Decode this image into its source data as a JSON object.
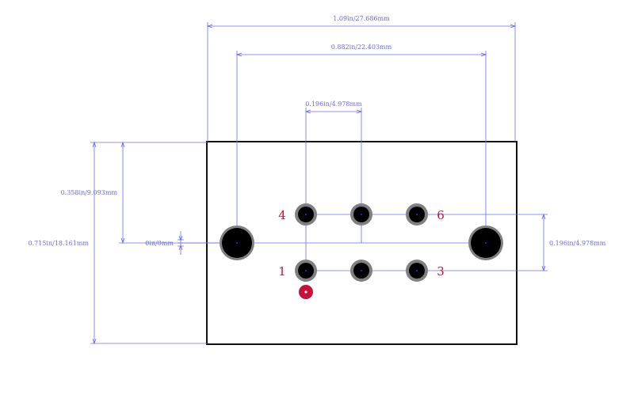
{
  "colors": {
    "dimension": "#6b6bf0",
    "outline": "#111111",
    "pad_ring": "#808080",
    "pad_hole": "#000000",
    "mount_hole": "#000000",
    "pin_label": "#c8103a",
    "pin1_marker": "#c8103a",
    "center_dot": "#2b2bff"
  },
  "dimensions": {
    "overall_width": "1.09in/27.686mm",
    "mount_spacing": "0.882in/22.403mm",
    "pin_pitch_horizontal": "0.196in/4.978mm",
    "mount_row_offset": "0.358in/9.093mm",
    "overall_height": "0.715in/18.161mm",
    "zero_offset": "0in/0mm",
    "pin_pitch_vertical": "0.196in/4.978mm"
  },
  "pin_labels": {
    "pin1": "1",
    "pin3": "3",
    "pin4": "4",
    "pin6": "6"
  },
  "icons": {
    "pad": "circle-pad-icon",
    "mount": "mounting-hole-icon",
    "pin1_marker": "pin1-dot-icon"
  }
}
